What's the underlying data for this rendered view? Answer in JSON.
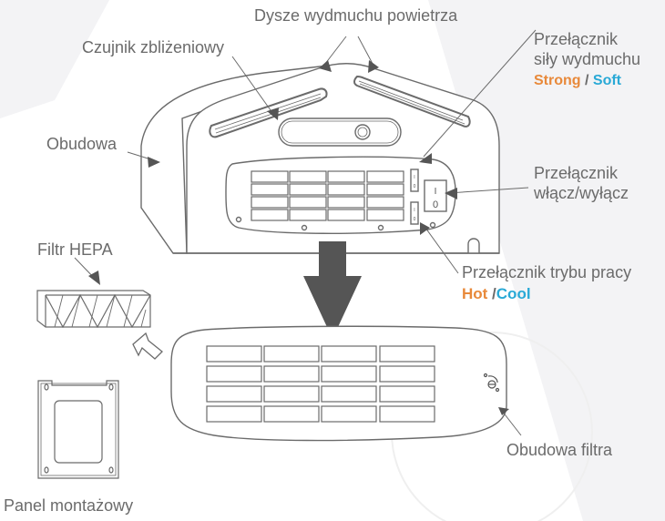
{
  "diagram": {
    "language": "pl",
    "labels": {
      "air_nozzles": "Dysze wydmuchu powietrza",
      "proximity_sensor": "Czujnik zbliżeniowy",
      "housing": "Obudowa",
      "blow_strength_switch_line1": "Przełącznik",
      "blow_strength_switch_line2": "siły wydmuchu",
      "power_switch_line1": "Przełącznik",
      "power_switch_line2": "włącz/wyłącz",
      "mode_switch": "Przełącznik trybu pracy",
      "hepa_filter": "Filtr HEPA",
      "mounting_panel": "Panel montażowy",
      "filter_housing": "Obudowa filtra"
    },
    "options": {
      "strong": "Strong",
      "strength_separator": " / ",
      "soft": "Soft",
      "hot": "Hot",
      "mode_separator": " /",
      "cool": "Cool"
    },
    "switch_marks": {
      "on": "I",
      "off": "0"
    },
    "colors": {
      "line": "#6b6b6b",
      "arrow": "#555555",
      "accent_orange": "#e8893a",
      "accent_blue": "#29a9d6"
    }
  }
}
